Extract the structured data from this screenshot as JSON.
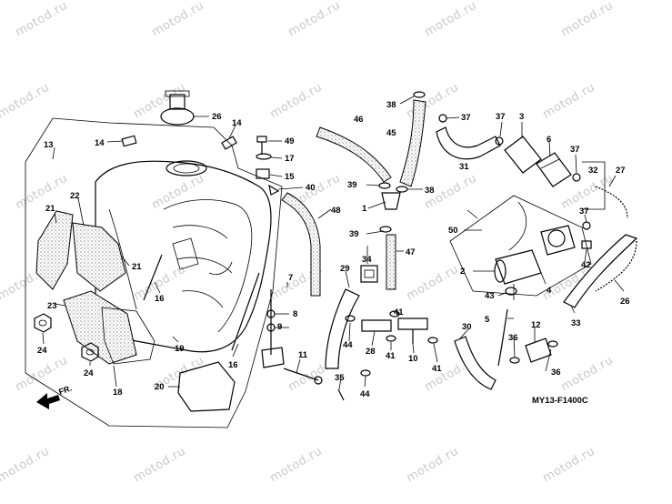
{
  "watermark": {
    "text": "motod.ru"
  },
  "diagram_code": "MY13-F1400C",
  "direction_label": "FR.",
  "callouts": [
    {
      "id": "c13",
      "text": "13"
    },
    {
      "id": "c14a",
      "text": "14"
    },
    {
      "id": "c14b",
      "text": "14"
    },
    {
      "id": "c26",
      "text": "26"
    },
    {
      "id": "c49",
      "text": "49"
    },
    {
      "id": "c17",
      "text": "17"
    },
    {
      "id": "c15",
      "text": "15"
    },
    {
      "id": "c40",
      "text": "40"
    },
    {
      "id": "c46",
      "text": "46"
    },
    {
      "id": "c38a",
      "text": "38"
    },
    {
      "id": "c38b",
      "text": "38"
    },
    {
      "id": "c45",
      "text": "45"
    },
    {
      "id": "c37a",
      "text": "37"
    },
    {
      "id": "c37b",
      "text": "37"
    },
    {
      "id": "c37c",
      "text": "37"
    },
    {
      "id": "c37d",
      "text": "37"
    },
    {
      "id": "c3",
      "text": "3"
    },
    {
      "id": "c6",
      "text": "6"
    },
    {
      "id": "c31",
      "text": "31"
    },
    {
      "id": "c32",
      "text": "32"
    },
    {
      "id": "c27",
      "text": "27"
    },
    {
      "id": "c39a",
      "text": "39"
    },
    {
      "id": "c39b",
      "text": "39"
    },
    {
      "id": "c1",
      "text": "1"
    },
    {
      "id": "c48",
      "text": "48"
    },
    {
      "id": "c47",
      "text": "47"
    },
    {
      "id": "c50",
      "text": "50"
    },
    {
      "id": "c21a",
      "text": "21"
    },
    {
      "id": "c21b",
      "text": "21"
    },
    {
      "id": "c22",
      "text": "22"
    },
    {
      "id": "c23",
      "text": "23"
    },
    {
      "id": "c24a",
      "text": "24"
    },
    {
      "id": "c24b",
      "text": "24"
    },
    {
      "id": "c16a",
      "text": "16"
    },
    {
      "id": "c16b",
      "text": "16"
    },
    {
      "id": "c19",
      "text": "19"
    },
    {
      "id": "c18",
      "text": "18"
    },
    {
      "id": "c20",
      "text": "20"
    },
    {
      "id": "c7",
      "text": "7"
    },
    {
      "id": "c9",
      "text": "9"
    },
    {
      "id": "c8",
      "text": "8"
    },
    {
      "id": "c11",
      "text": "11"
    },
    {
      "id": "c34",
      "text": "34"
    },
    {
      "id": "c29",
      "text": "29"
    },
    {
      "id": "c35",
      "text": "35"
    },
    {
      "id": "c44a",
      "text": "44"
    },
    {
      "id": "c44b",
      "text": "44"
    },
    {
      "id": "c41a",
      "text": "41"
    },
    {
      "id": "c41b",
      "text": "41"
    },
    {
      "id": "c41c",
      "text": "41"
    },
    {
      "id": "c28",
      "text": "28"
    },
    {
      "id": "c10",
      "text": "10"
    },
    {
      "id": "c36a",
      "text": "36"
    },
    {
      "id": "c36b",
      "text": "36"
    },
    {
      "id": "c30",
      "text": "30"
    },
    {
      "id": "c5",
      "text": "5"
    },
    {
      "id": "c2",
      "text": "2"
    },
    {
      "id": "c43",
      "text": "43"
    },
    {
      "id": "c4",
      "text": "4"
    },
    {
      "id": "c12",
      "text": "12"
    },
    {
      "id": "c42",
      "text": "42"
    },
    {
      "id": "c33",
      "text": "33"
    },
    {
      "id": "c26b",
      "text": "26"
    }
  ]
}
